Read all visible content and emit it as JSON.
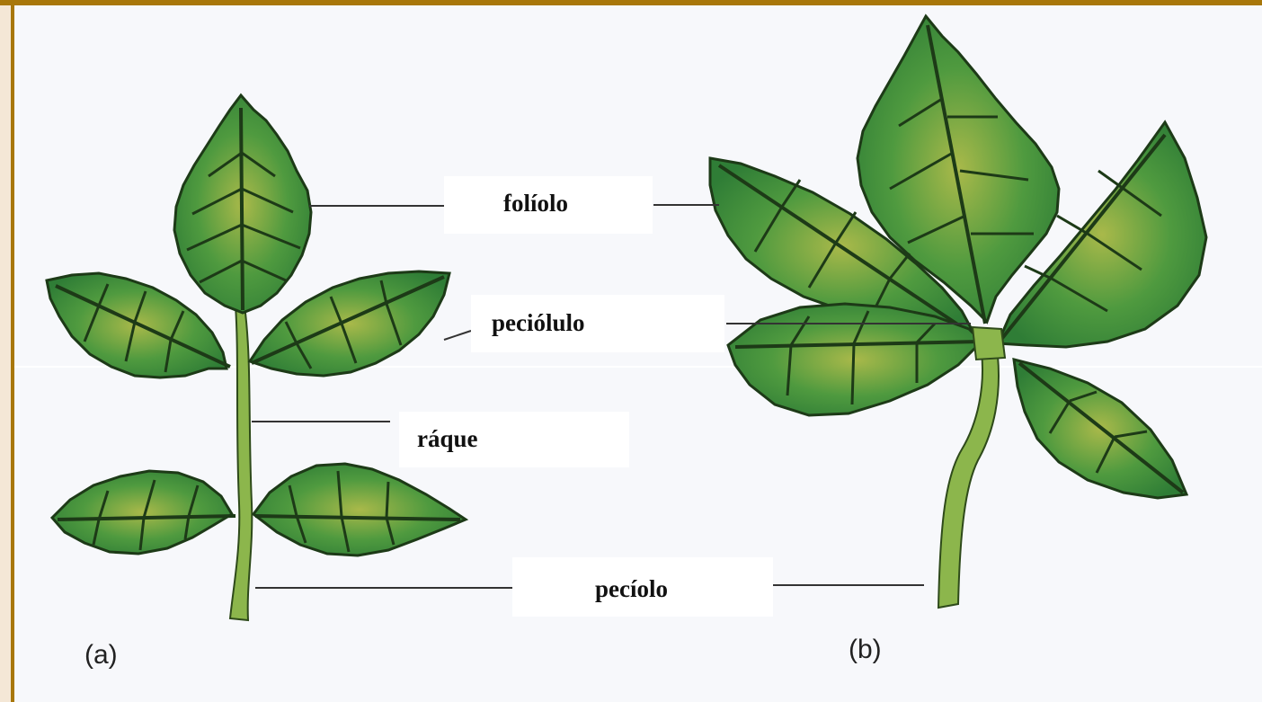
{
  "labels": {
    "foliolo": "folíolo",
    "pecioluolo": "peciólulo",
    "raque": "ráque",
    "peciolo": "pecíolo"
  },
  "panels": {
    "a": "(a)",
    "b": "(b)"
  },
  "colors": {
    "frame": "#a8770a",
    "leaf": "#3d8a3c",
    "leaf_dark": "#2a6a2c",
    "stalk": "#8cb64c",
    "leader": "#333333"
  }
}
